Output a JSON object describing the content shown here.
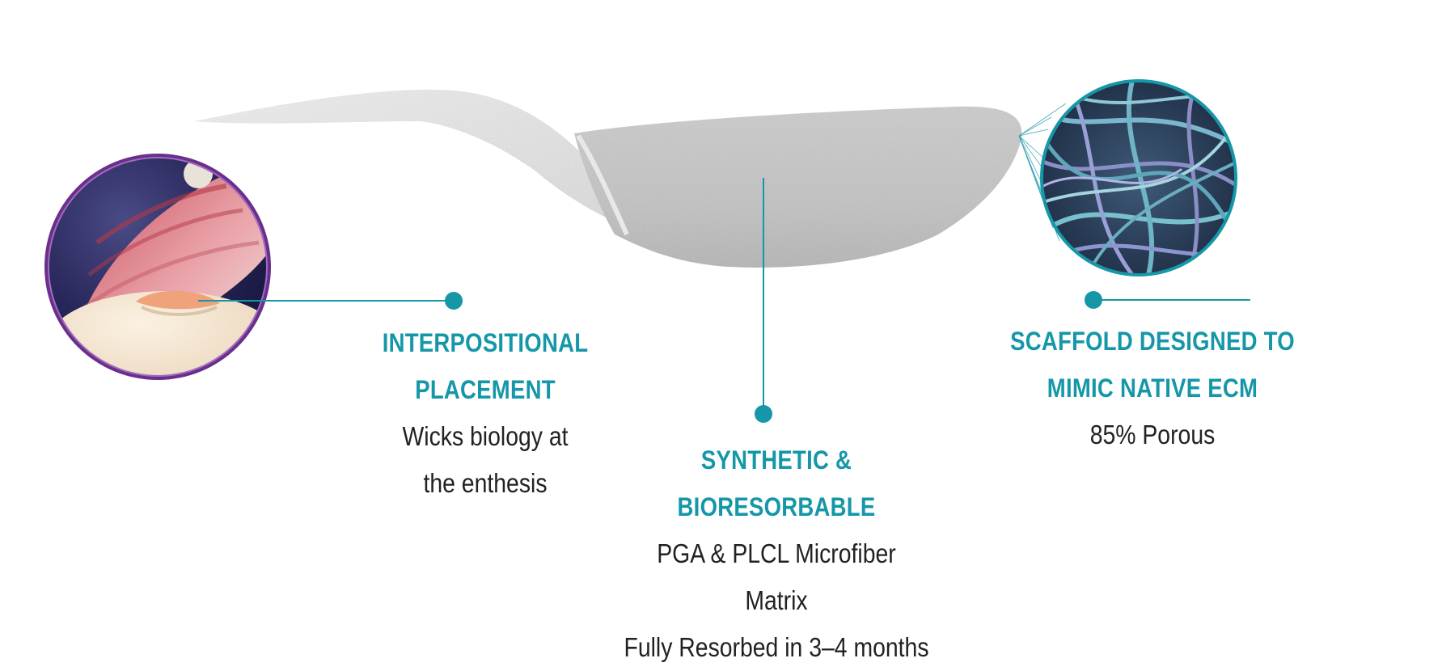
{
  "colors": {
    "accent": "#1597a8",
    "text": "#222222",
    "ring": "#7a3fa0"
  },
  "features": [
    {
      "headline": [
        "INTERPOSITIONAL",
        "PLACEMENT"
      ],
      "body": [
        "Wicks biology at",
        "the enthesis"
      ]
    },
    {
      "headline": [
        "SYNTHETIC &",
        "BIORESORBABLE"
      ],
      "body": [
        "PGA & PLCL Microfiber Matrix",
        "Fully Resorbed in 3–4 months"
      ]
    },
    {
      "headline": [
        "SCAFFOLD DESIGNED TO",
        "MIMIC NATIVE ECM"
      ],
      "body": [
        "85% Porous"
      ]
    }
  ],
  "images": {
    "scaffold_sheet": "scaffold-sheet",
    "shoulder_inset": "shoulder-anatomy",
    "microfiber_inset": "microfiber-closeup"
  }
}
